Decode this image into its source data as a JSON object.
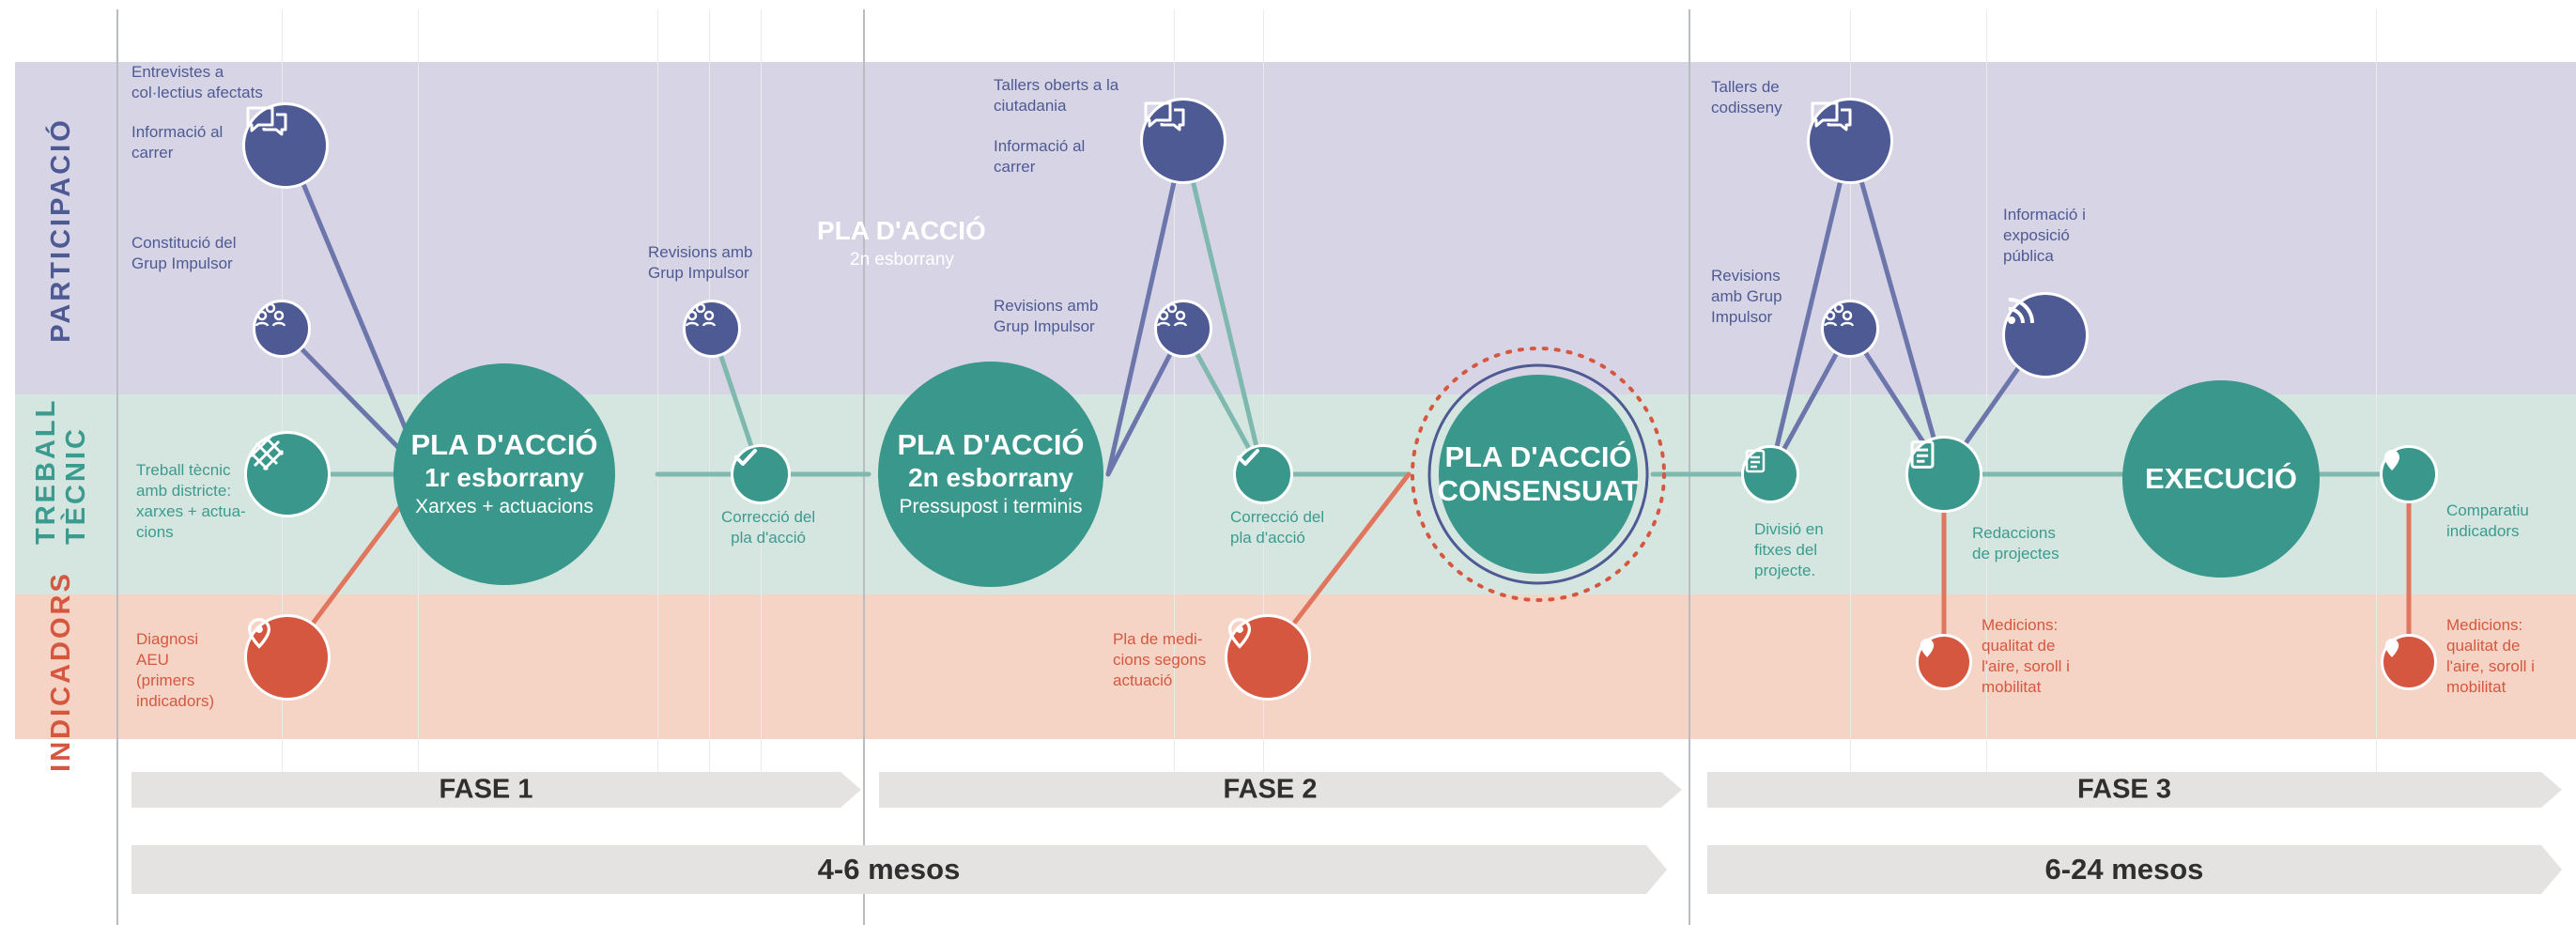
{
  "rows": {
    "participacio": "PARTICIPACIÓ",
    "treball_tecnic": "TREBALL TÈCNIC",
    "indicadors": "INDICADORS"
  },
  "labels": {
    "entrevistes": "Entrevistes a\ncol·lectius afectats",
    "informacio_carrer_1": "Informació al\ncarrer",
    "constitucio": "Constitució del\nGrup Impulsor",
    "treball_tecnic": "Treball tècnic\namb districte:\nxarxes + actua-\ncions",
    "diagnosi": "Diagnosi\nAEU\n(primers\nindicadors)",
    "revisions_1": "Revisions amb\nGrup Impulsor",
    "correccio_1": "Correcció del\npla d'acció",
    "watermark_title": "PLA D'ACCIÓ",
    "watermark_sub": "2n esborrany",
    "tallers_oberts": "Tallers oberts a la\nciutadania",
    "informacio_carrer_2": "Informació al\ncarrer",
    "revisions_2": "Revisions amb\nGrup Impulsor",
    "correccio_2": "Correcció del\npla d'acció",
    "pla_medicions": "Pla de medi-\ncions segons\nactuació",
    "tallers_codisseny": "Tallers de\ncodisseny",
    "revisions_3": "Revisions\namb Grup\nImpulsor",
    "informacio_exposicio": "Informació i\nexposició\npública",
    "divisio": "Divisió en\nfitxes del\nprojecte.",
    "redaccions": "Redaccions\nde projectes",
    "comparatiu": "Comparatiu\nindicadors",
    "medicions_1": "Medicions:\nqualitat de\nl'aire, soroll i\nmobilitat",
    "medicions_2": "Medicions:\nqualitat de\nl'aire, soroll i\nmobilitat"
  },
  "big_nodes": {
    "pla1": {
      "title": "PLA D'ACCIÓ",
      "sub": "1r esborrany",
      "desc": "Xarxes + actuacions"
    },
    "pla2": {
      "title": "PLA D'ACCIÓ",
      "sub": "2n esborrany",
      "desc": "Pressupost i terminis"
    },
    "consensuat": {
      "title": "PLA D'ACCIÓ",
      "sub": "CONSENSUAT"
    },
    "execucio": {
      "title": "EXECUCIÓ"
    }
  },
  "phases": [
    {
      "label": "FASE 1"
    },
    {
      "label": "FASE 2"
    },
    {
      "label": "FASE 3"
    }
  ],
  "durations": [
    {
      "label": "4-6 mesos"
    },
    {
      "label": "6-24 mesos"
    }
  ],
  "icons": {
    "chat": "chat-bubbles-icon",
    "group": "group-people-icon",
    "network": "network-grid-icon",
    "check": "check-icon",
    "location": "location-pin-icon",
    "document": "document-icon",
    "broadcast": "broadcast-signal-icon"
  },
  "colors": {
    "participacio_band": "#d7d4e6",
    "treball_band": "#d4e6df",
    "indicadors_band": "#f5d4c6",
    "blue": "#4e5a93",
    "teal": "#3a978b",
    "red": "#d6573f",
    "phase_arrow": "#e5e3e2"
  }
}
